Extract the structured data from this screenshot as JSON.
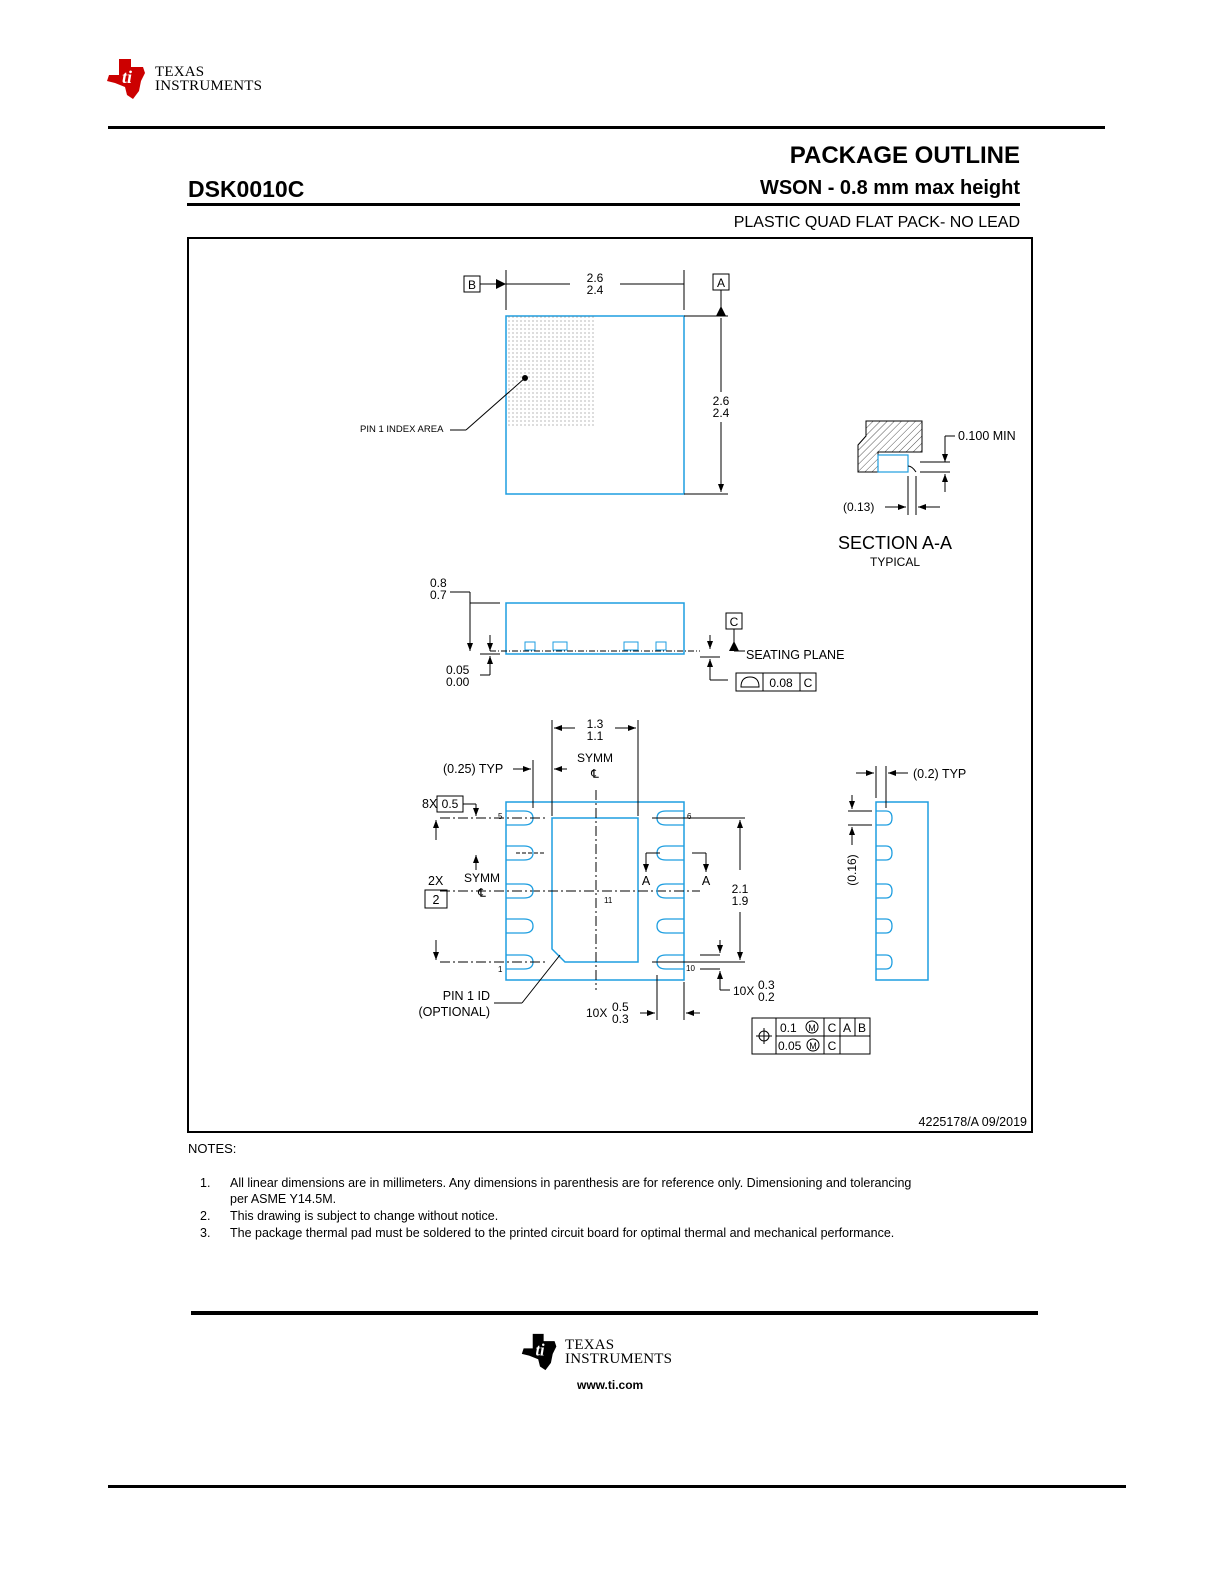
{
  "header": {
    "brand_line1": "Texas",
    "brand_line2": "Instruments",
    "title": "PACKAGE OUTLINE",
    "part_number": "DSK0010C",
    "subtitle": "WSON - 0.8 mm max height",
    "package_type": "PLASTIC QUAD FLAT PACK- NO LEAD"
  },
  "drawing": {
    "top_view": {
      "datum_b": "B",
      "datum_a": "A",
      "width_max": "2.6",
      "width_min": "2.4",
      "height_max": "2.6",
      "height_min": "2.4",
      "pin1_label": "PIN 1 INDEX AREA"
    },
    "section": {
      "min_label": "0.100 MIN",
      "ref_label": "(0.13)",
      "title": "SECTION A-A",
      "subtitle": "TYPICAL"
    },
    "side_view": {
      "height_max": "0.8",
      "height_min": "0.7",
      "standoff_max": "0.05",
      "standoff_min": "0.00",
      "datum_c": "C",
      "seating_plane": "SEATING PLANE",
      "flatness_value": "0.08",
      "flatness_datum": "C"
    },
    "bottom_view": {
      "pad_width_max": "1.3",
      "pad_width_min": "1.1",
      "symm": "SYMM",
      "cl": "℄",
      "typ_025": "(0.25) TYP",
      "pitch_count": "8X",
      "pitch_value": "0.5",
      "span_count": "2X",
      "span_value": "2",
      "pad_height_max": "2.1",
      "pad_height_min": "1.9",
      "section_a": "A",
      "pin5": "5",
      "pin6": "6",
      "pin1": "1",
      "pin10": "10",
      "pad_no": "11",
      "pin1_id": "PIN 1 ID",
      "optional": "(OPTIONAL)",
      "lead_len_count": "10X",
      "lead_len_max": "0.5",
      "lead_len_min": "0.3",
      "lead_w_count": "10X",
      "lead_w_max": "0.3",
      "lead_w_min": "0.2",
      "tol1": "0.1",
      "tol2": "0.05",
      "mmc": "M",
      "datum_c": "C",
      "datum_a": "A",
      "datum_b": "B"
    },
    "side_view_2": {
      "typ_02": "(0.2)  TYP",
      "ref_016": "(0.16)"
    },
    "drawing_number": "4225178/A   09/2019"
  },
  "notes": {
    "heading": "NOTES:",
    "items": [
      {
        "num": "1.",
        "text": "All linear dimensions are in millimeters. Any dimensions in parenthesis are for reference only. Dimensioning and tolerancing"
      },
      {
        "num": "",
        "text": "per ASME Y14.5M."
      },
      {
        "num": "2.",
        "text": "This drawing is subject to change without notice."
      },
      {
        "num": "3.",
        "text": "The package thermal pad must be soldered to the printed circuit board for optimal thermal and mechanical performance."
      }
    ]
  },
  "footer": {
    "brand_line1": "Texas",
    "brand_line2": "Instruments",
    "url": "www.ti.com"
  },
  "colors": {
    "outline_blue": "#1e9ee0",
    "logo_red": "#cc0000"
  }
}
